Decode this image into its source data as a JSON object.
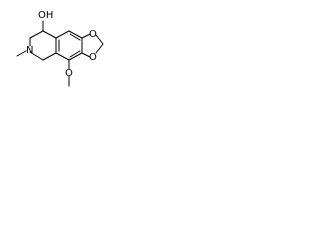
{
  "molecule": {
    "labels": {
      "hydroxyl": "OH",
      "amine_nitrogen": "N",
      "dioxole_oxygen_top": "O",
      "dioxole_oxygen_bottom": "O",
      "methoxy_oxygen": "O"
    },
    "colors": {
      "bond": "#000000",
      "label": "#000000",
      "background": "#ffffff"
    }
  }
}
